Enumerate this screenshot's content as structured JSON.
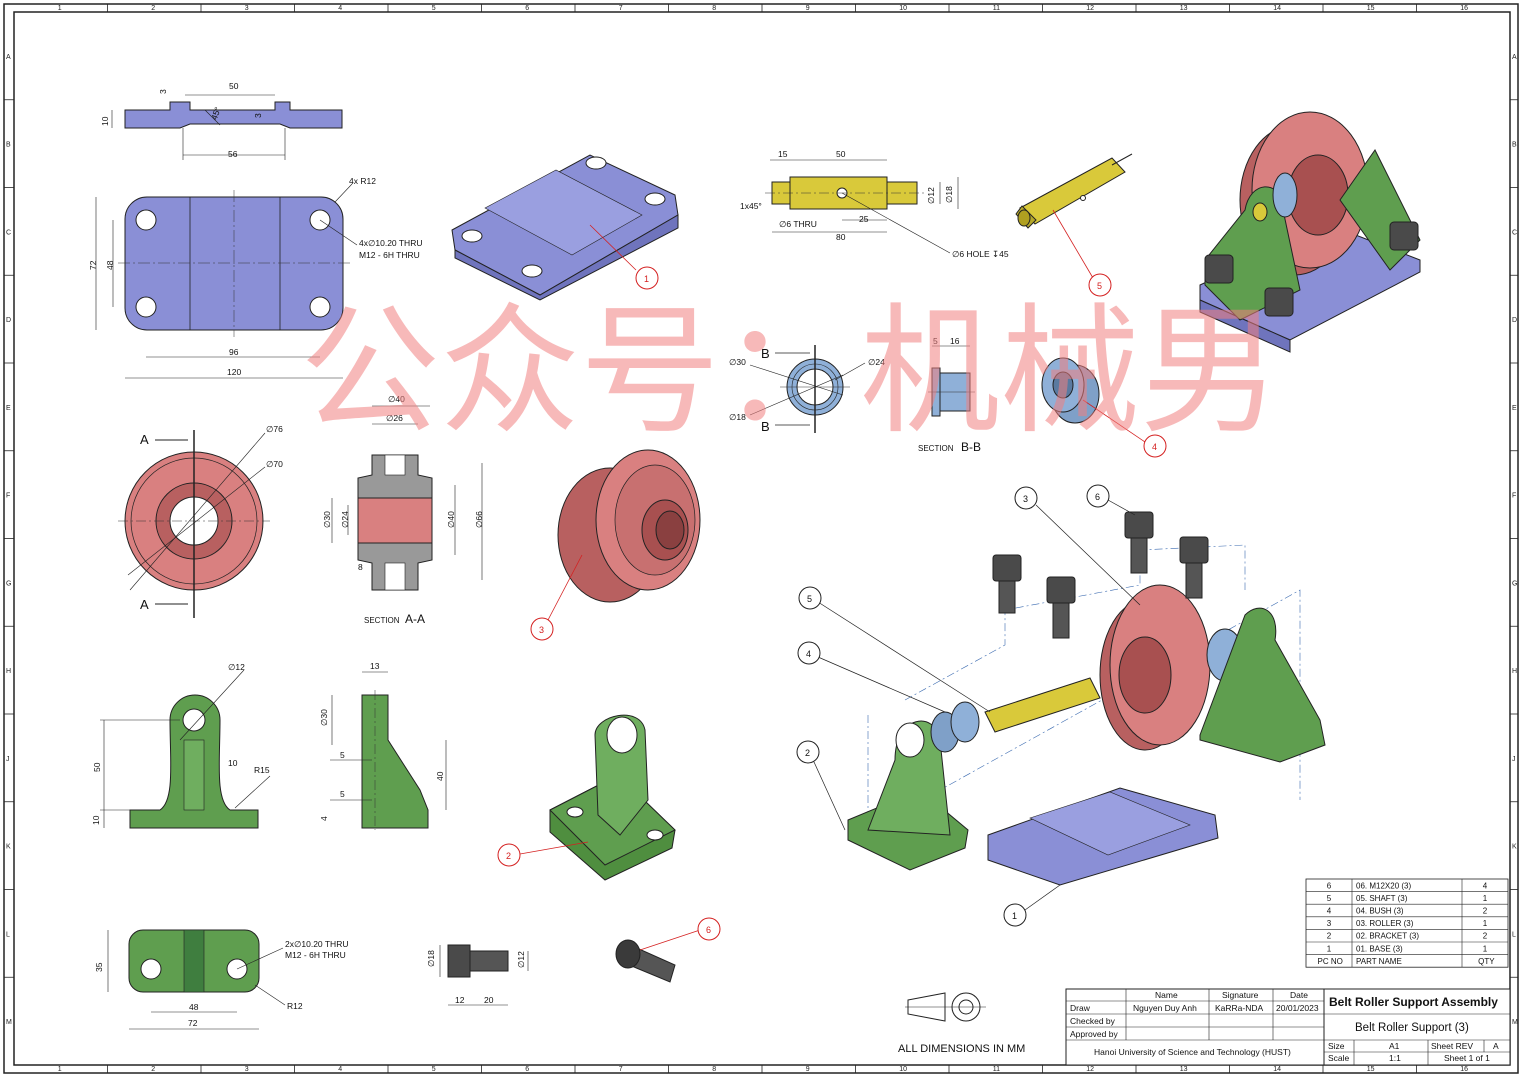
{
  "grid": {
    "columns": [
      "1",
      "2",
      "3",
      "4",
      "5",
      "6",
      "7",
      "8",
      "9",
      "10",
      "11",
      "12",
      "13",
      "14",
      "15",
      "16"
    ],
    "rows": [
      "A",
      "B",
      "C",
      "D",
      "E",
      "F",
      "G",
      "H",
      "J",
      "K",
      "L",
      "M"
    ]
  },
  "watermark": "公众号：机械男",
  "colors": {
    "base": "#8a8fd6",
    "bracket": "#5f9e4f",
    "roller": "#d98080",
    "shaft": "#d9c93a",
    "bush": "#8fb0d8",
    "screw": "#4a4a4a",
    "balloon_red": "#d42020"
  },
  "base_views": {
    "top_dims": [
      "50",
      "3",
      "3",
      "10",
      "45°",
      "56"
    ],
    "plan_dims": [
      "4x R12",
      "4x∅10.20 THRU",
      "M12 - 6H THRU",
      "72",
      "48",
      "96",
      "120"
    ],
    "balloon": "1"
  },
  "shaft_views": {
    "dims": [
      "15",
      "50",
      "1x45°",
      "∅12",
      "∅18",
      "∅6 THRU",
      "25",
      "80",
      "∅6 HOLE ↧45"
    ],
    "balloon": "5"
  },
  "bush_views": {
    "dims": [
      "∅30",
      "∅24",
      "∅18",
      "B",
      "B",
      "5",
      "16"
    ],
    "section_prefix": "SECTION",
    "section_name": "B-B",
    "balloon": "4"
  },
  "roller_views": {
    "dims": [
      "∅76",
      "∅70",
      "A",
      "A",
      "∅40",
      "∅26",
      "∅30",
      "∅24",
      "∅40",
      "∅66",
      "8"
    ],
    "section_prefix": "SECTION",
    "section_name": "A-A",
    "balloon": "3"
  },
  "bracket_views": {
    "dims": [
      "∅12",
      "50",
      "10",
      "10",
      "R15",
      "13",
      "∅30",
      "5",
      "5",
      "40",
      "4"
    ],
    "bottom_dims": [
      "2x∅10.20 THRU",
      "M12 - 6H THRU",
      "35",
      "48",
      "72",
      "R12"
    ],
    "balloon": "2"
  },
  "screw_views": {
    "dims": [
      "∅18",
      "∅12",
      "12",
      "20"
    ],
    "balloon": "6"
  },
  "assembly_balloons": [
    "3",
    "6",
    "5",
    "4",
    "2",
    "1"
  ],
  "bom": {
    "rows": [
      {
        "pc": "6",
        "name": "06. M12X20 (3)",
        "qty": "4"
      },
      {
        "pc": "5",
        "name": "05. SHAFT (3)",
        "qty": "1"
      },
      {
        "pc": "4",
        "name": "04. BUSH (3)",
        "qty": "2"
      },
      {
        "pc": "3",
        "name": "03. ROLLER (3)",
        "qty": "1"
      },
      {
        "pc": "2",
        "name": "02. BRACKET (3)",
        "qty": "2"
      },
      {
        "pc": "1",
        "name": "01. BASE (3)",
        "qty": "1"
      }
    ],
    "header": {
      "pc": "PC NO",
      "name": "PART NAME",
      "qty": "QTY"
    }
  },
  "units_note": "ALL DIMENSIONS IN MM",
  "title_block": {
    "col_name": "Name",
    "col_signature": "Signature",
    "col_date": "Date",
    "draw_label": "Draw",
    "draw_name": "Nguyen Duy Anh",
    "draw_signature": "KaRRa-NDA",
    "draw_date": "20/01/2023",
    "checked_label": "Checked by",
    "approved_label": "Approved by",
    "institution": "Hanoi University of Science and Technology (HUST)",
    "title": "Belt Roller Support Assembly",
    "subtitle": "Belt Roller Support (3)",
    "size_label": "Size",
    "size_value": "A1",
    "sheet_rev_label": "Sheet REV",
    "sheet_rev_value": "A",
    "scale_label": "Scale",
    "scale_value": "1:1",
    "sheet_value": "Sheet 1 of 1"
  }
}
